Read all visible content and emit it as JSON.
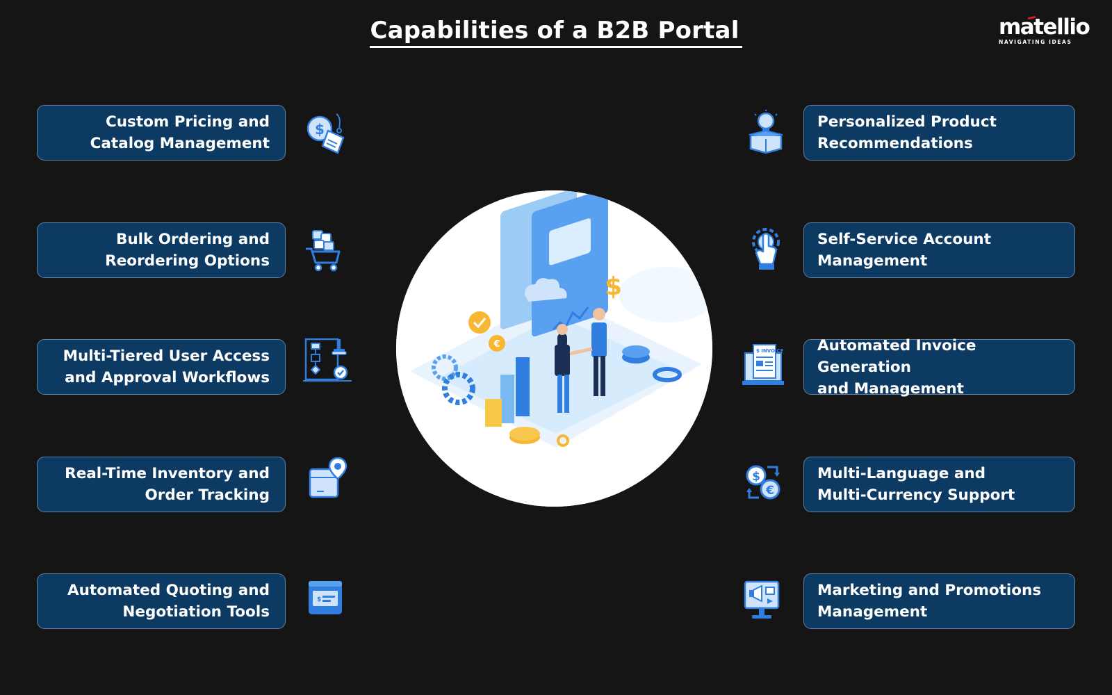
{
  "title": "Capabilities of a B2B Portal",
  "brand": {
    "name": "matellio",
    "tagline": "NAVIGATING IDEAS",
    "accent": "#e01b24"
  },
  "colors": {
    "background": "#151516",
    "card": "#0d3a62",
    "card_border": "#5f7fa0",
    "icon_blue": "#2f7ee0",
    "icon_light": "#cfe3fb"
  },
  "left_capabilities": [
    {
      "label": "Custom Pricing and\nCatalog Management",
      "icon": "price-tag-icon"
    },
    {
      "label": "Bulk Ordering and\nReordering Options",
      "icon": "bulk-cart-icon"
    },
    {
      "label": "Multi-Tiered User Access\nand Approval Workflows",
      "icon": "workflow-approval-icon"
    },
    {
      "label": "Real-Time Inventory and\nOrder Tracking",
      "icon": "package-location-icon"
    },
    {
      "label": "Automated Quoting and\nNegotiation Tools",
      "icon": "quote-screen-icon"
    }
  ],
  "right_capabilities": [
    {
      "label": "Personalized Product\nRecommendations",
      "icon": "lightbulb-box-icon"
    },
    {
      "label": "Self-Service Account\nManagement",
      "icon": "touch-gear-icon"
    },
    {
      "label": "Automated Invoice Generation\nand Management",
      "icon": "invoice-icon"
    },
    {
      "label": "Multi-Language and\nMulti-Currency Support",
      "icon": "currency-exchange-icon"
    },
    {
      "label": "Marketing and Promotions\nManagement",
      "icon": "marketing-monitor-icon"
    }
  ],
  "hero": {
    "icon": "business-handshake-illustration"
  }
}
